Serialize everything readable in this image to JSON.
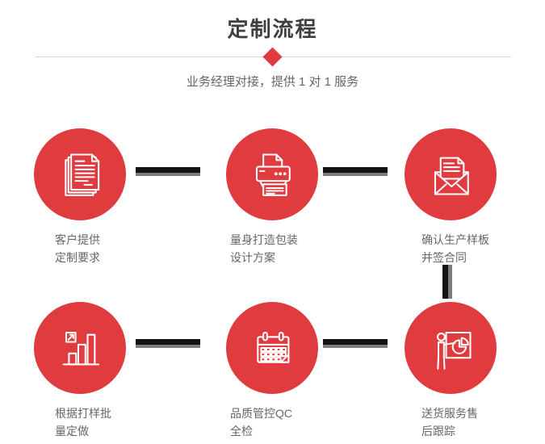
{
  "header": {
    "title": "定制流程",
    "subtitle": "业务经理对接，提供 1 对 1 服务"
  },
  "colors": {
    "accent_red": "#e03c3f",
    "title_text": "#3f3f3f",
    "body_text": "#666666",
    "connector_dark": "#141414",
    "connector_gray": "#7c7c7c",
    "divider": "#d5d5d5",
    "icon_stroke": "#ffffff"
  },
  "steps": [
    {
      "icon": "documents-icon",
      "lines": [
        "客户提供",
        "定制要求"
      ]
    },
    {
      "icon": "printer-icon",
      "lines": [
        "量身打造包装",
        "设计方案"
      ]
    },
    {
      "icon": "envelope-icon",
      "lines": [
        "确认生产样板",
        "并签合同"
      ]
    },
    {
      "icon": "bar-chart-icon",
      "lines": [
        "根据打样批",
        "量定做"
      ]
    },
    {
      "icon": "calendar-icon",
      "lines": [
        "品质管控QC",
        "全检"
      ]
    },
    {
      "icon": "presentation-icon",
      "lines": [
        "送货服务售",
        "后跟踪"
      ]
    }
  ]
}
